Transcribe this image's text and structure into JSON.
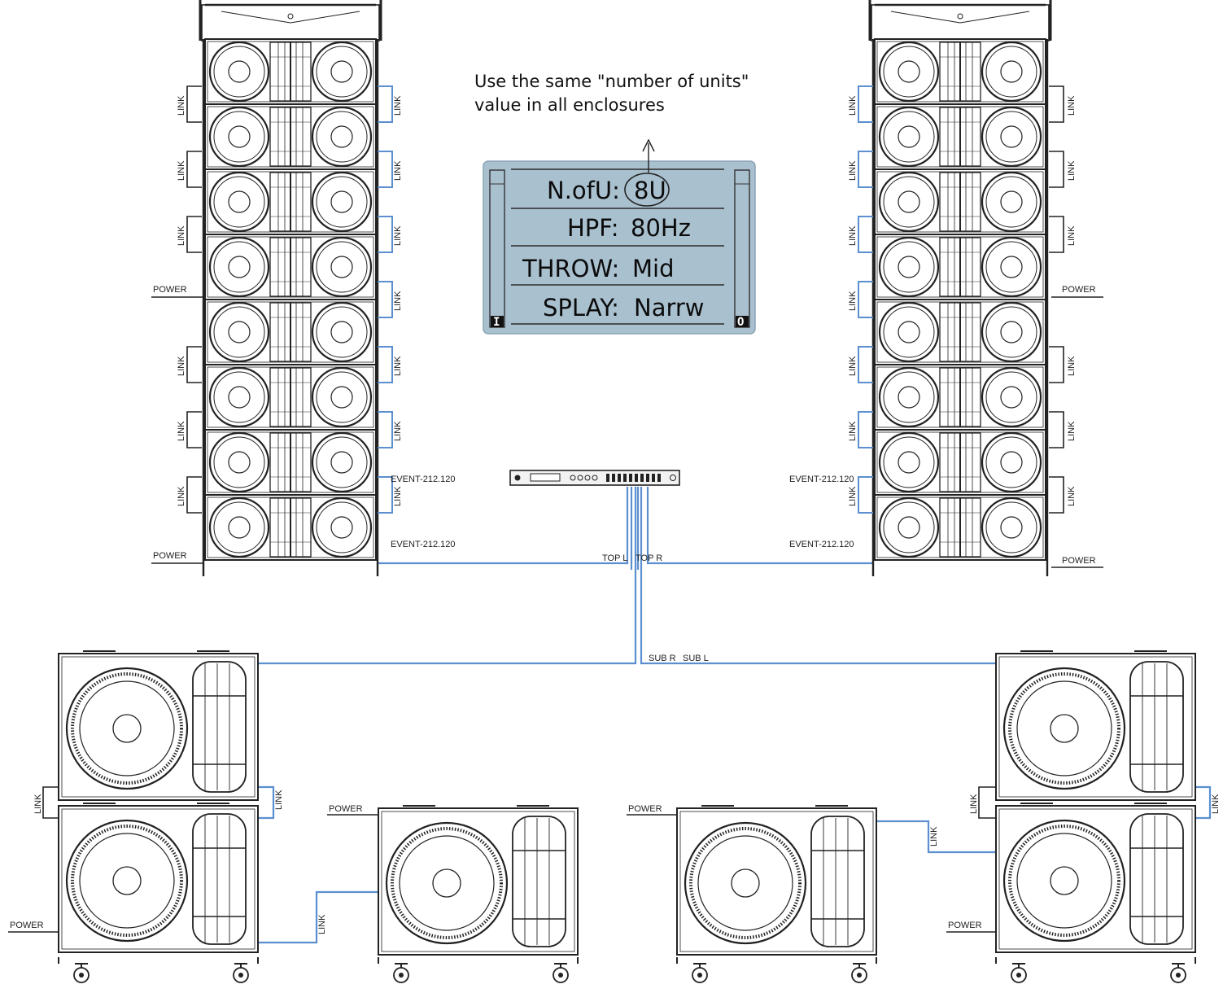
{
  "note": {
    "line1": "Use the same \"number of units\"",
    "line2": "value in all enclosures"
  },
  "display": {
    "rows": [
      {
        "label": "N.ofU:",
        "value": "8U"
      },
      {
        "label": "HPF:",
        "value": "80Hz"
      },
      {
        "label": "THROW:",
        "value": "Mid"
      },
      {
        "label": "SPLAY:",
        "value": "Narrw"
      }
    ],
    "input_indicator": "I",
    "output_indicator": "O"
  },
  "labels": {
    "power": "POWER",
    "link": "LINK",
    "model": "EVENT-212.120",
    "top_l": "TOP L",
    "top_r": "TOP R",
    "sub_r": "SUB R",
    "sub_l": "SUB L"
  },
  "colors": {
    "cable": "#5b8fcf",
    "lcd_background": "#a9c0cf",
    "line_art": "#222222"
  }
}
